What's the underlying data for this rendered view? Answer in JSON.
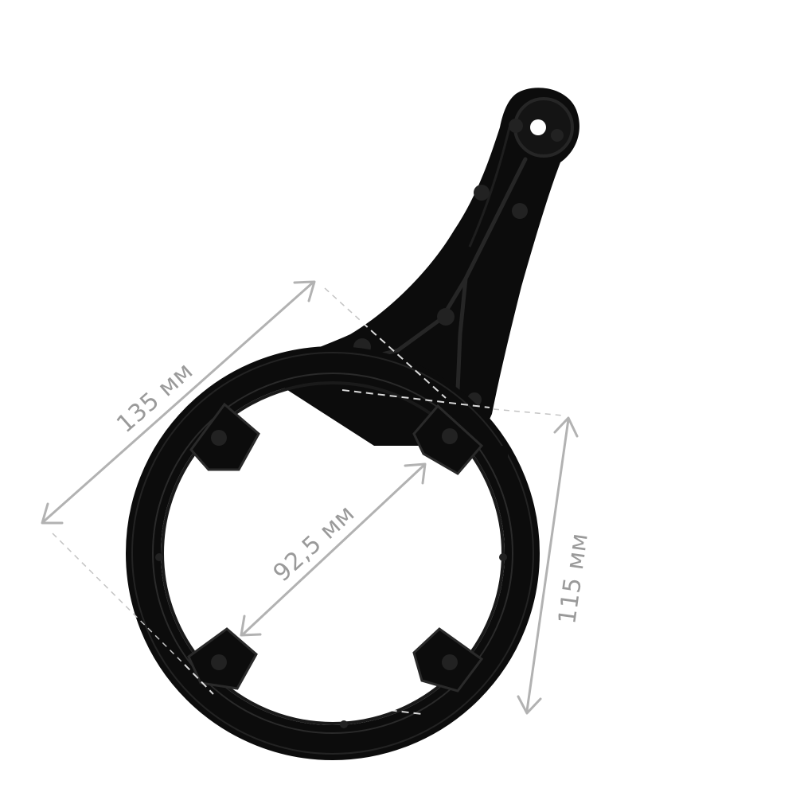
{
  "product": {
    "name": "filter-housing-wrench",
    "body_color": "#0c0c0c",
    "highlight_color": "#2a2a2a"
  },
  "dimensions": {
    "overall_width": {
      "label": "135 мм",
      "value": 135,
      "unit": "мм"
    },
    "inner_diameter": {
      "label": "92,5 мм",
      "value": 92.5,
      "unit": "мм"
    },
    "ring_outer_diameter": {
      "label": "115 мм",
      "value": 115,
      "unit": "мм"
    }
  },
  "colors": {
    "dimension_line": "#b2b2b2",
    "dimension_text": "#9a9a9a",
    "background": "#ffffff"
  }
}
